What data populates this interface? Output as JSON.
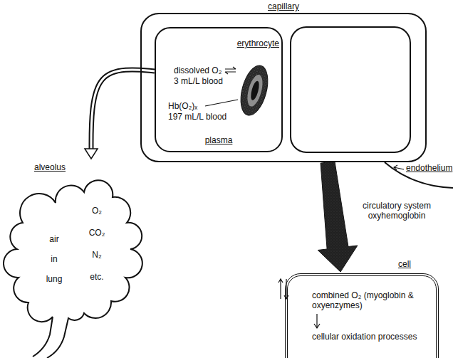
{
  "diagram": {
    "nodes": [
      {
        "text": [
          "capillary"
        ]
      },
      {
        "text": [
          "plasma"
        ],
        "in": 0
      },
      {
        "text": [
          "erythrocyte"
        ],
        "in": 1
      },
      {
        "text": [
          "alveolus",
          "air in lung",
          "O₂ CO₂ N₂ etc."
        ]
      },
      {
        "text": [
          "cell",
          "combined O₂ (myoglobin & oxyenzymes)",
          "cellular oxidation processes"
        ]
      }
    ],
    "edges": [
      {
        "from": 1,
        "to": 3,
        "arrow": "to"
      },
      {
        "from": 0,
        "to": 4,
        "label": "circulatory system oxyhemoglobin",
        "arrow": "to"
      }
    ],
    "labels": [
      "dissolved O₂",
      "3 mL/L blood",
      "Hb(O₂)ₓ",
      "197 mL/L blood",
      "endothelium"
    ]
  }
}
